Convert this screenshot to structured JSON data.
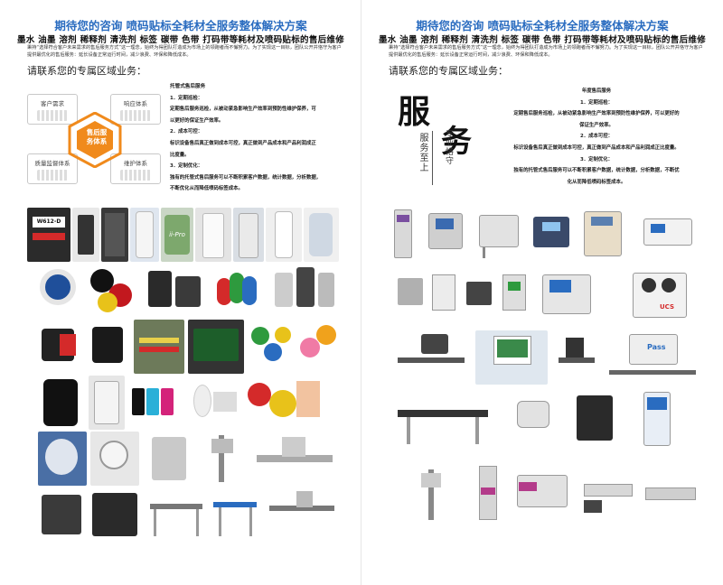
{
  "left_page": {
    "title": "期待您的咨询  喷码贴标全耗材全服务整体解决方案",
    "subtitle": "墨水 油墨 溶剂 稀释剂 清洗剂 标签 碳带 色带 打码带等耗材及喷码贴标的售后维修",
    "intro": "秉持“选择符合客户未来需求的售后服务方式”这一理念，始终为得团队打造成为市场上的领跑者而不懈努力。为了实现这一目标，团队公开并恪守为客户提供最优化的售后服务：延长设备正常运行时间，减少浪费、环保和降低成本。",
    "region_label": "请联系您的专属区域业务：",
    "diagram": {
      "center": "售后服务体系",
      "top_left": "客户需求",
      "top_right": "响应体系",
      "bottom_left": "质量监督体系",
      "bottom_right": "维护体系"
    },
    "service_text": [
      "托管式售后服务",
      "1．定期巡检：",
      "定期售后服务巡检，从被动紧急影响生产效率到预防性维护保养，可",
      "以更好的保证生产效率。",
      "2．成本可控：",
      "标识设备售后真正做到成本可控，真正做到产品成本和产品利润成正",
      "比度量。",
      "3．定制优化：",
      "独有的托管式售后服务可以不断积累客户数据，统计数据，分析数据，",
      "不断优化从而降低喷码标签成本。"
    ]
  },
  "right_page": {
    "title": "期待您的咨询  喷码贴标全耗材全服务整体解决方案",
    "subtitle": "墨水 油墨 溶剂 稀释剂 清洗剂 标签 碳带 色带 打码带等耗材及喷码贴标的售后维修",
    "intro": "秉持“选择符合客户未来需求的售后服务方式”这一理念，始终为得团队打造成为市场上的领跑者而不懈努力。为了实现这一目标，团队公开并恪守为客户提供最优化的售后服务：延长设备正常运行时间，减少浪费、环保和降低成本。",
    "region_label": "请联系您的专属区域业务：",
    "calligraphy": {
      "char1": "服",
      "char2": "务",
      "vertical1": "专业恪守",
      "vertical2": "服务至上"
    },
    "service_text": [
      "年度售后服务",
      "1．定期巡检：",
      "定期售后服务巡检，从被动紧急影响生产效率到预防性维护保养，可以更好的",
      "保证生产效率。",
      "2．成本可控：",
      "标识设备售后真正做到成本可控，真正做到产品成本和产品利润成正比度量。",
      "3．定制优化：",
      "独有的托管式售后服务可以不断积累客户数据，统计数据，分析数据，不断优",
      "化从而降低喷码标签成本。"
    ]
  },
  "product_labels": {
    "ink_bottle": "W612-D",
    "ink_brand": "ii-Pro",
    "printer_brand": "UCS",
    "printer_screen": "Pass"
  },
  "colors": {
    "title_blue": "#2a6cc0",
    "hex_orange": "#f08a1c",
    "text_dark": "#222222"
  }
}
